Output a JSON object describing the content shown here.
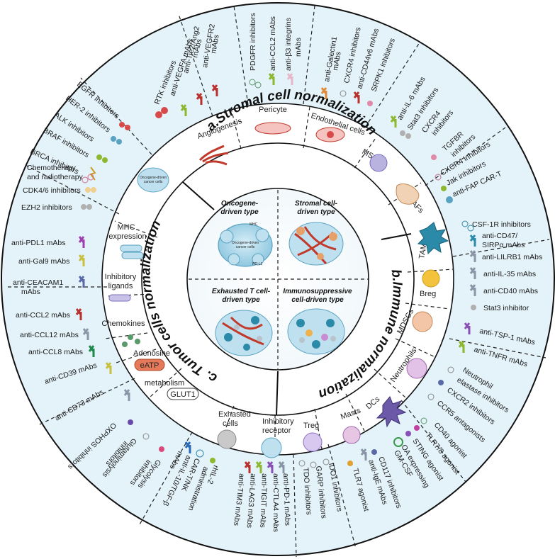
{
  "ring_titles": {
    "stromal": "a.Stromal cell normalization",
    "immune": "b.Immune normalization",
    "tumor": "c. Tumor cells normalization"
  },
  "quadrants": {
    "oncogene": [
      "Oncogene-",
      "driven type"
    ],
    "stromal": [
      "Stromal cell-",
      "driven type"
    ],
    "exhausted": [
      "Exhausted T cell-",
      "driven type"
    ],
    "immunosuppressive": [
      "Immunosuppressive",
      "cell-driven type"
    ],
    "cell_text": [
      "Oncogene-driven",
      "cancer cells"
    ],
    "small_marks": [
      "MHC",
      "PD-L1"
    ]
  },
  "stromal_sections": {
    "angiogenesis": "Angiogenesis",
    "pericyte": "Pericyte",
    "endothelial": "Endothelial cells",
    "mscs": "MSCs",
    "cafs": "CAFs"
  },
  "immune_sections": {
    "tams": "TAMs",
    "breg": "Breg",
    "mdscs": "MDSCs",
    "neutrophils": "Neutrophils",
    "dcs": "DCs",
    "masts": "Masts",
    "treg": "Treg",
    "inhibitory_receptor": [
      "Inhibitory",
      "receptor"
    ],
    "exhausted_cells": [
      "Exhasted",
      "cells"
    ]
  },
  "tumor_sections": {
    "oncogene_cell": [
      "Oncogene-driven",
      "cancer cells"
    ],
    "mhc": [
      "MHC",
      "expression"
    ],
    "inhibitory_ligands": [
      "Inhibitory",
      "ligands"
    ],
    "chemokines": "Chemokines",
    "adenosine": "Adenosine",
    "eatp": "eATP",
    "metabolism": "metabolism",
    "glut1": "GLUT1"
  },
  "outer": {
    "rtk": "RTK inhibitors",
    "vegfa": "anti-VEGFA mAbs",
    "tie2": [
      "anti-Tie2/Ang2",
      "mAbs"
    ],
    "vegfr2": [
      "anti-VEGFR2",
      "mAbs"
    ],
    "pdgfr": "PDGFR inhibitors",
    "ccl2_mabs": "anti-CCL2 mAbs",
    "b3": [
      "anti-β3 integrins",
      "mAbs"
    ],
    "galectin": [
      "anti-Galectin1",
      "mAbs"
    ],
    "cxcr4_a": "CXCR4 inhibitors",
    "cd44": "anti-CD44v6 mAbs",
    "srpk1": "SRPK1 inhibitors",
    "il6": "anti-IL-6 mAbs",
    "stat3": "Stat3 inhibitors",
    "cxcr4_b": [
      "CXCR4",
      "inhibitors"
    ],
    "tgfbr": [
      "TGFBR",
      "inhibitors"
    ],
    "cxcr4_c": "CXCR4 inhibitors",
    "jak": "Jak inhibitors",
    "fap": "anti-FAP CAR-T",
    "csf1r": "CSF-1R inhibitors",
    "cd47": [
      "anti-CD47/",
      "SIRPα mAbs"
    ],
    "lilrb1": "anti-LILRB1 mAbs",
    "il35": "anti-IL-35 mAbs",
    "cd40": "anti-CD40 mAbs",
    "stat3_b": "Stat3 inhibitor",
    "tsp1": "anti-TSP-1 mAbs",
    "tnfr": "anti-TNFR mAbs",
    "elastase": [
      "Neutrophil",
      "elastase inhibitors"
    ],
    "cxcr2": "CXCR2 inhibitors",
    "ccr5": "CCR5 antagonists",
    "cd40_ag": "CD40 agonist",
    "tlr78": "TLR7/8 agonist",
    "sting": "STING agonist",
    "oa": [
      "OA expressing",
      "GM-CSF"
    ],
    "cd117": "CD117 inhibitors",
    "ige": "anti-IgE mAbs",
    "tlr7": "TLR7 agonist",
    "ido1": "IDO1 inhibitors",
    "garp": "GARP inhibitors",
    "tdo": "TDO inhibitors",
    "pd1": "anti-PD-1 mAbs",
    "ctla4": "anti-CTLA4 mAbs",
    "tigit": "anti-TIGIT mAbs",
    "lag3": "anti-LAG3 mAbs",
    "tim3": "anti-TIM3 mAbs",
    "il2": [
      "rhIL-2",
      "administration"
    ],
    "cart": [
      "CAR-T/NK",
      "anti-IL-10/TGF-β",
      "mAbs"
    ],
    "glycolysis": [
      "Glycolysis",
      "inhibitors"
    ],
    "glutaminolysis": [
      "Glutaminolysis",
      "inhibitors"
    ],
    "oxphos": "OXPHOS inhibitors",
    "cd73": "anti-CD73 mAbs",
    "cd39": "anti-CD39 mAbs",
    "ccl8": "anti-CCL8 mAbs",
    "ccl12": "anti-CCL12 mAbs",
    "ccl2": "anti-CCL2 mAbs",
    "ceacam1": [
      "anti-CEACAM1",
      "mAbs"
    ],
    "gal9": "anti-Gal9 mAbs",
    "pdl1": "anti-PDL1 mAbs",
    "ezh2": "EZH2 inhibitors",
    "cdk46": "CDK4/6 inhibitors",
    "chemo": [
      "Chemotherapy",
      "and radiotherapy"
    ],
    "brca": "BRCA inhibitors",
    "braf": "BRAF inhibitors",
    "alk": "ALK inhibitors",
    "her2": "HER-2 inhibitors",
    "egfr": "EGFR inhibitors"
  },
  "colors": {
    "outer_band": "#e4f3fa",
    "ring_white": "#ffffff",
    "title_band": "#ffffff",
    "cell_blue": "#bfe0ef",
    "antibody_red": "#b8312f",
    "antibody_green": "#8fb832",
    "antibody_purple": "#8a4fb5",
    "antibody_gray": "#8a95a8"
  }
}
